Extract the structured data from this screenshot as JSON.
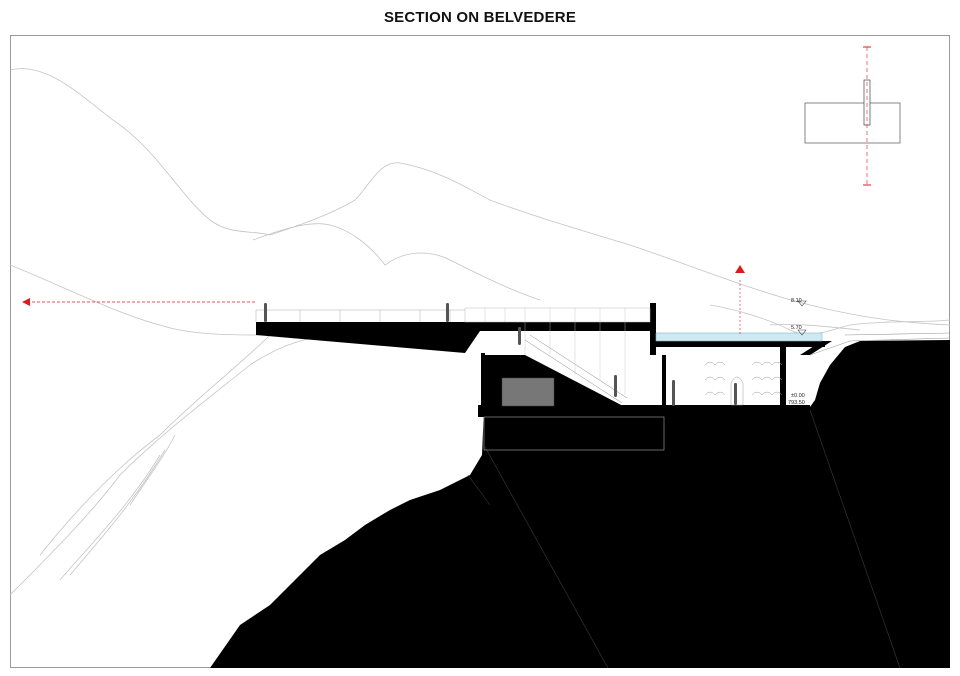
{
  "title": "SECTION ON BELVEDERE",
  "levels": {
    "top": "8.10",
    "roof": "5.70",
    "floor": "±0.00",
    "base": "793.50"
  },
  "colors": {
    "cut": "#000000",
    "section_arrow": "#e0191b",
    "terrain_line": "#bdbdbd",
    "glass": "#9fd3e6",
    "frame": "#9a9a9a"
  },
  "icons": [
    "section-arrow-left-icon",
    "section-arrow-up-icon",
    "key-plan-icon"
  ]
}
